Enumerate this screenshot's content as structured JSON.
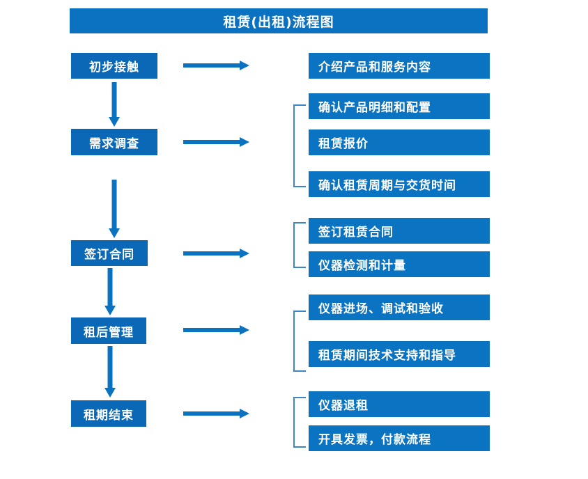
{
  "diagram": {
    "title": "租赁(出租)流程图",
    "colors": {
      "title_bar": "#0A72C0",
      "stage_box": "#0A68B6",
      "detail_box": "#0A74C2",
      "arrow": "#0B72C0",
      "bracket": "#3D85C6",
      "text": "#FFFFFF",
      "background": "#FFFFFF"
    },
    "stages": [
      {
        "label": "初步接触"
      },
      {
        "label": "需求调查"
      },
      {
        "label": "签订合同"
      },
      {
        "label": "租后管理"
      },
      {
        "label": "租期结束"
      }
    ],
    "details": [
      {
        "label": "介绍产品和服务内容"
      },
      {
        "label": "确认产品明细和配置"
      },
      {
        "label": "租赁报价"
      },
      {
        "label": "确认租赁周期与交货时间"
      },
      {
        "label": "签订租赁合同"
      },
      {
        "label": "仪器检测和计量"
      },
      {
        "label": "仪器进场、调试和验收"
      },
      {
        "label": "租赁期间技术支持和指导"
      },
      {
        "label": "仪器退租"
      },
      {
        "label": "开具发票，付款流程"
      }
    ],
    "connectors": {
      "horizontal_arrow_count": 5,
      "vertical_arrow_count": 4,
      "bracket_count": 4
    }
  }
}
